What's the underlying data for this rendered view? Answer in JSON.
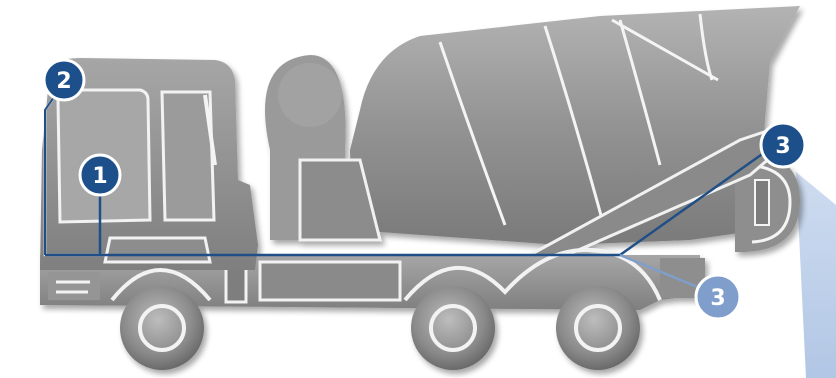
{
  "colors": {
    "body": "#8f8f8f",
    "body_light": "#a9a9a9",
    "body_dark": "#6d6d6d",
    "highlight": "#f2f2f2",
    "line": "#1f4f86",
    "marker": "#1d4f8a",
    "marker_faded": "#7f9ecb",
    "beam": "#9fb8dc"
  },
  "markers": [
    {
      "id": "marker-1",
      "label": "1",
      "style": "solid"
    },
    {
      "id": "marker-2",
      "label": "2",
      "style": "solid"
    },
    {
      "id": "marker-3-top",
      "label": "3",
      "style": "solid"
    },
    {
      "id": "marker-3-bottom",
      "label": "3",
      "style": "faded"
    }
  ]
}
